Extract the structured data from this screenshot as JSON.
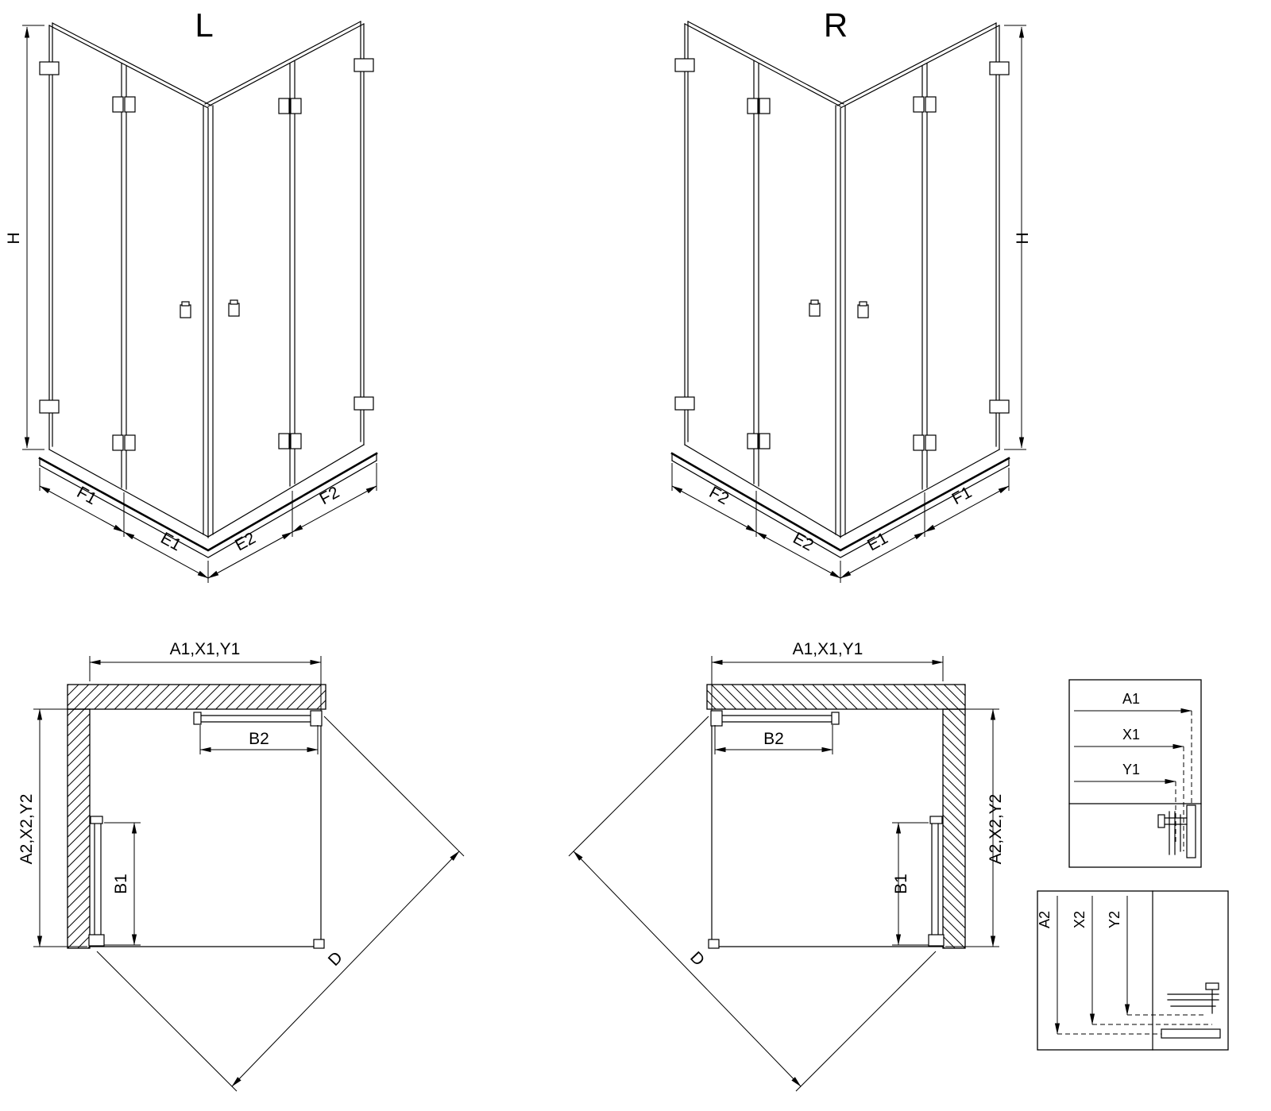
{
  "drawing": {
    "background": "#ffffff",
    "line_color": "#000000",
    "views": {
      "iso_left": {
        "title": "L",
        "labels": {
          "h": "H",
          "f1": "F1",
          "e1": "E1",
          "e2": "E2",
          "f2": "F2"
        }
      },
      "iso_right": {
        "title": "R",
        "labels": {
          "h": "H",
          "f1": "F1",
          "e1": "E1",
          "e2": "E2",
          "f2": "F2"
        }
      },
      "plan_left": {
        "labels": {
          "top": "A1,X1,Y1",
          "side": "A2,X2,Y2",
          "b1": "B1",
          "b2": "B2",
          "d": "D"
        }
      },
      "plan_right": {
        "labels": {
          "top": "A1,X1,Y1",
          "side": "A2,X2,Y2",
          "b1": "B1",
          "b2": "B2",
          "d": "D"
        }
      },
      "detail_horizontal": {
        "labels": {
          "a1": "A1",
          "x1": "X1",
          "y1": "Y1"
        }
      },
      "detail_vertical": {
        "labels": {
          "a2": "A2",
          "x2": "X2",
          "y2": "Y2"
        }
      }
    }
  }
}
